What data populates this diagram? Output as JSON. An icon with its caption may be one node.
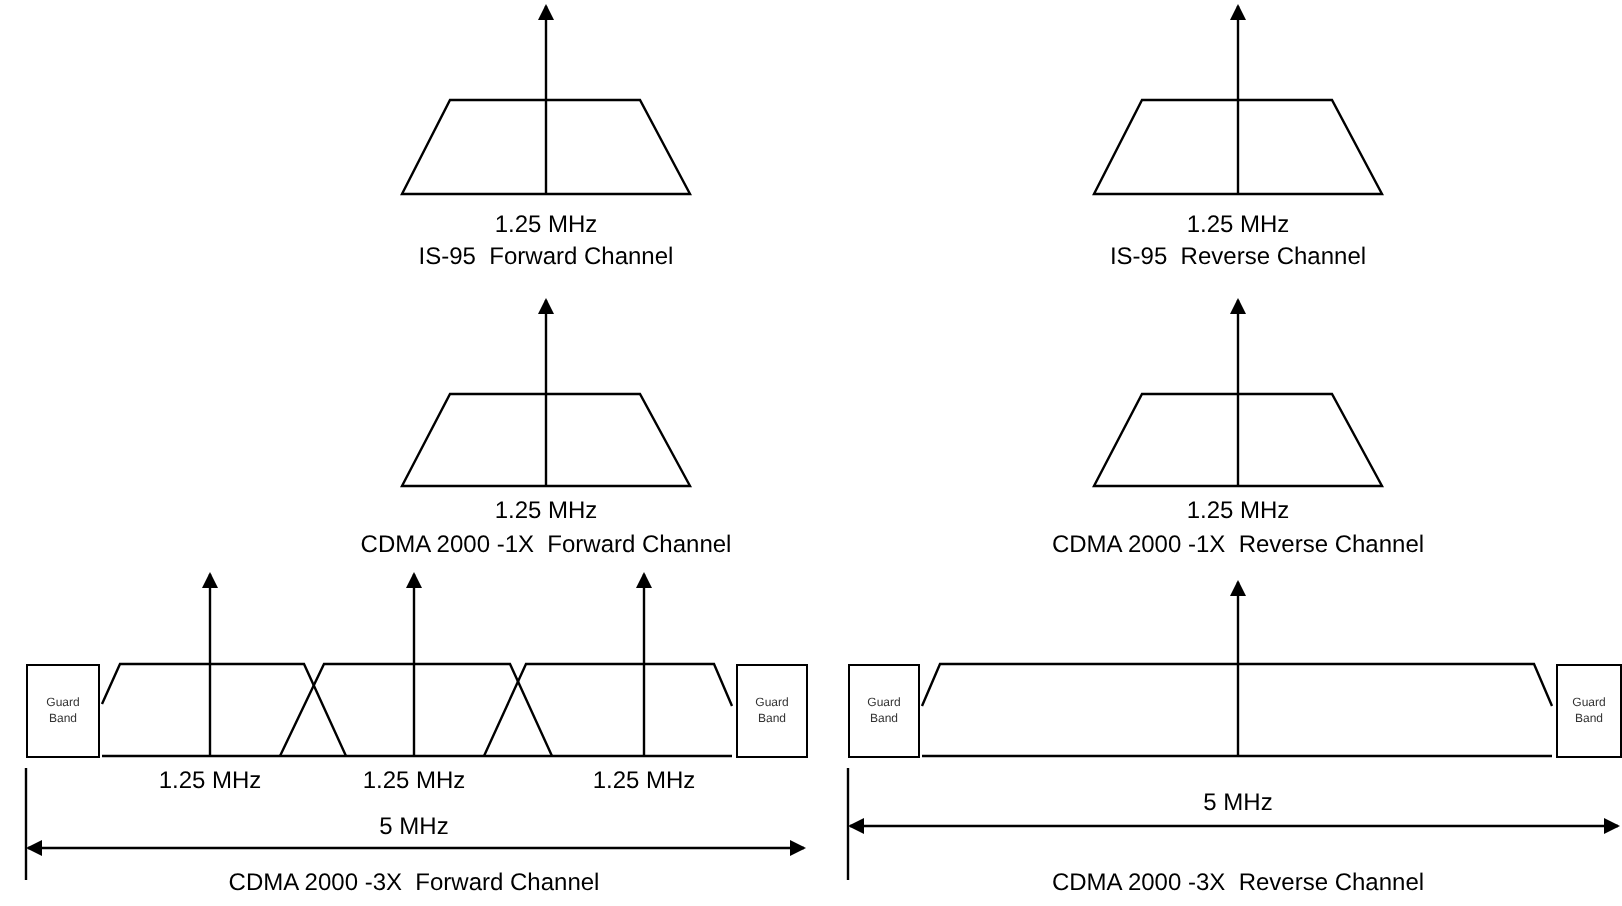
{
  "diagram": {
    "nodes": [
      {
        "text": [],
        "shape": "picture"
      },
      {
        "text": [],
        "shape": "picture"
      },
      {
        "text": [],
        "shape": "picture"
      },
      {
        "text": [],
        "shape": "picture"
      },
      {
        "text": [
          "Guard Band"
        ]
      },
      {
        "text": [],
        "shape": "picture"
      },
      {
        "text": [
          "Guard Band"
        ]
      },
      {
        "text": [
          "Guard Band"
        ]
      },
      {
        "text": [],
        "shape": "picture"
      },
      {
        "text": [
          "Guard Band"
        ]
      }
    ],
    "labels": [
      "1.25 MHz",
      "1.25 MHz",
      "IS-95  Forward Channel",
      "IS-95  Reverse Channel",
      "1.25 MHz",
      "1.25 MHz",
      "CDMA 2000 -1X  Forward Channel",
      "CDMA 2000 -1X  Reverse Channel",
      "1.25 MHz",
      "1.25 MHz",
      "1.25 MHz",
      "5 MHz",
      "5 MHz",
      "CDMA 2000 -3X  Forward Channel",
      "CDMA 2000 -3X  Reverse Channel"
    ]
  }
}
